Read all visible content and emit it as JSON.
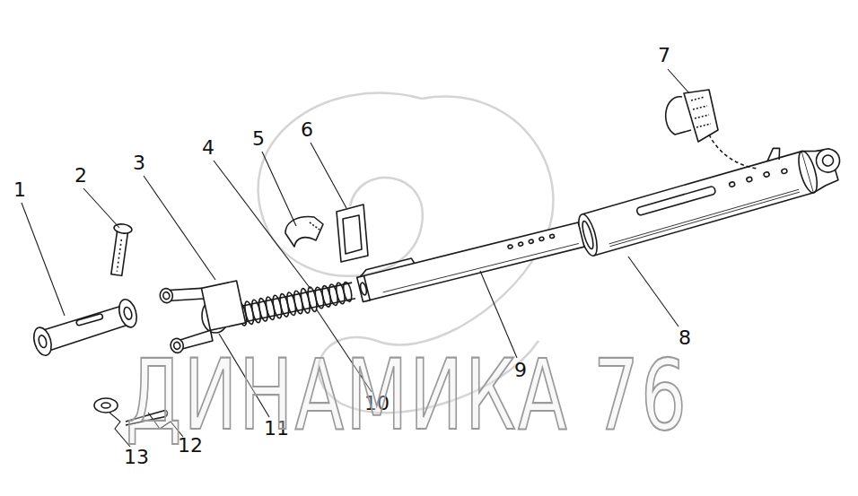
{
  "diagram": {
    "labels": [
      "1",
      "2",
      "3",
      "4",
      "5",
      "6",
      "7",
      "8",
      "9",
      "10",
      "11",
      "12",
      "13",
      "ДИНАМИКА 76"
    ]
  }
}
